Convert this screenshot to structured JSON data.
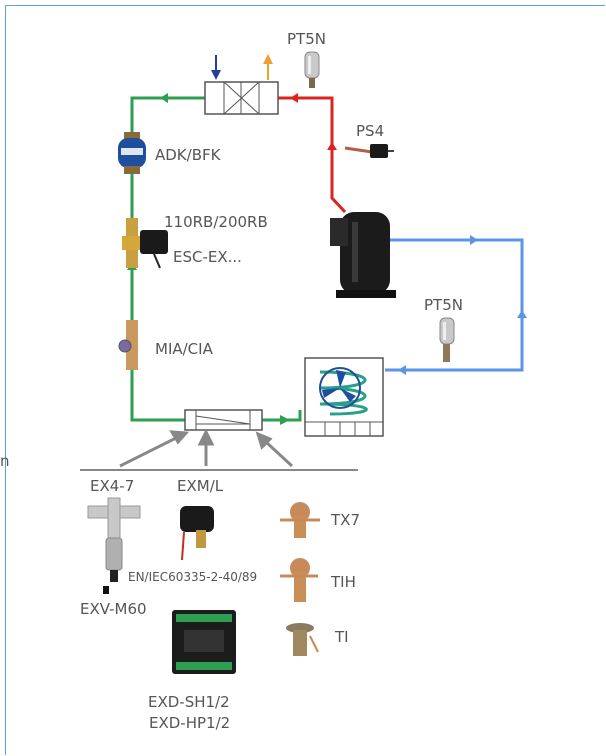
{
  "labels": {
    "pt5n_top": "PT5N",
    "ps4": "PS4",
    "adk_bfk": "ADK/BFK",
    "rb": "110RB/200RB",
    "esc": "ESC-EX...",
    "pt5n_right": "PT5N",
    "mia": "MIA/CIA",
    "ex4": "EX4-7",
    "exm": "EXM/L",
    "tx7": "TX7",
    "standard": "EN/IEC60335-2-40/89",
    "tih": "TIH",
    "exv": "EXV-M60",
    "ti": "TI",
    "exd1": "EXD-SH1/2",
    "exd2": "EXD-HP1/2",
    "edge": "n"
  },
  "colors": {
    "liquid_line": "#2e9e52",
    "discharge_line": "#d9251d",
    "suction_line": "#5b95e6",
    "frame": "#5aa6d8",
    "text": "#555555"
  }
}
